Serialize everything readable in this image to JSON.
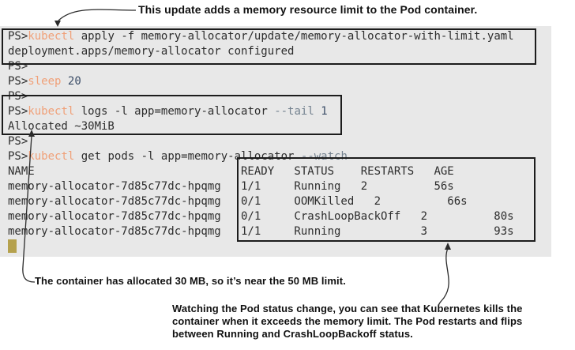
{
  "annotations": {
    "top": "This update adds a memory resource limit to the Pod container.",
    "bottom_left": "The container has allocated 30 MB, so it’s near the 50 MB limit.",
    "bottom_right_lines": [
      "Watching the Pod status change, you can see that Kubernetes kills the",
      "container when it exceeds the memory limit. The Pod restarts and flips",
      "between Running and CrashLoopBackoff status."
    ]
  },
  "terminal": {
    "prompt": "PS>",
    "cursor_visible": true,
    "lines": [
      [
        {
          "t": "PS>",
          "c": "fg"
        },
        {
          "t": "kubectl",
          "c": "cmd"
        },
        {
          "t": " apply -f memory-allocator/update/memory-allocator-with-limit.yaml",
          "c": "fg"
        }
      ],
      [
        {
          "t": "deployment.apps/memory-allocator configured",
          "c": "fg"
        }
      ],
      [
        {
          "t": "PS>",
          "c": "fg"
        }
      ],
      [
        {
          "t": "PS>",
          "c": "fg"
        },
        {
          "t": "sleep",
          "c": "cmd"
        },
        {
          "t": " ",
          "c": "fg"
        },
        {
          "t": "20",
          "c": "num"
        }
      ],
      [
        {
          "t": "PS>",
          "c": "fg"
        }
      ],
      [
        {
          "t": "PS>",
          "c": "fg"
        },
        {
          "t": "kubectl",
          "c": "cmd"
        },
        {
          "t": " logs -l app=memory-allocator ",
          "c": "fg"
        },
        {
          "t": "--tail",
          "c": "flag"
        },
        {
          "t": " ",
          "c": "fg"
        },
        {
          "t": "1",
          "c": "num"
        }
      ],
      [
        {
          "t": "Allocated ~30MiB",
          "c": "fg"
        }
      ],
      [
        {
          "t": "PS>",
          "c": "fg"
        }
      ],
      [
        {
          "t": "PS>",
          "c": "fg"
        },
        {
          "t": "kubectl",
          "c": "cmd"
        },
        {
          "t": " get pods -l app=memory-allocator ",
          "c": "fg"
        },
        {
          "t": "--watch",
          "c": "flag"
        }
      ],
      [
        {
          "t": "NAME                               READY   STATUS    RESTARTS   AGE",
          "c": "fg"
        }
      ],
      [
        {
          "t": "memory-allocator-7d85c77dc-hpqmg   1/1     Running   2          56s",
          "c": "fg"
        }
      ],
      [
        {
          "t": "memory-allocator-7d85c77dc-hpqmg   0/1     OOMKilled   2          66s",
          "c": "fg"
        }
      ],
      [
        {
          "t": "memory-allocator-7d85c77dc-hpqmg   0/1     CrashLoopBackOff   2          80s",
          "c": "fg"
        }
      ],
      [
        {
          "t": "memory-allocator-7d85c77dc-hpqmg   1/1     Running            3          93s",
          "c": "fg"
        }
      ],
      []
    ],
    "pods_table": {
      "headers": [
        "NAME",
        "READY",
        "STATUS",
        "RESTARTS",
        "AGE"
      ],
      "rows": [
        [
          "memory-allocator-7d85c77dc-hpqmg",
          "1/1",
          "Running",
          "2",
          "56s"
        ],
        [
          "memory-allocator-7d85c77dc-hpqmg",
          "0/1",
          "OOMKilled",
          "2",
          "66s"
        ],
        [
          "memory-allocator-7d85c77dc-hpqmg",
          "0/1",
          "CrashLoopBackOff",
          "2",
          "80s"
        ],
        [
          "memory-allocator-7d85c77dc-hpqmg",
          "1/1",
          "Running",
          "3",
          "93s"
        ]
      ]
    }
  },
  "colors": {
    "terminal_bg": "#e8e8e8",
    "terminal_fg": "#2d2d2d",
    "command": "#f0a078",
    "flag": "#74828f",
    "number": "#3c4e68",
    "cursor": "#b5a14d",
    "box_border": "#1c1c1c",
    "annotation": "#111111",
    "arrow": "#2a2a2a"
  }
}
